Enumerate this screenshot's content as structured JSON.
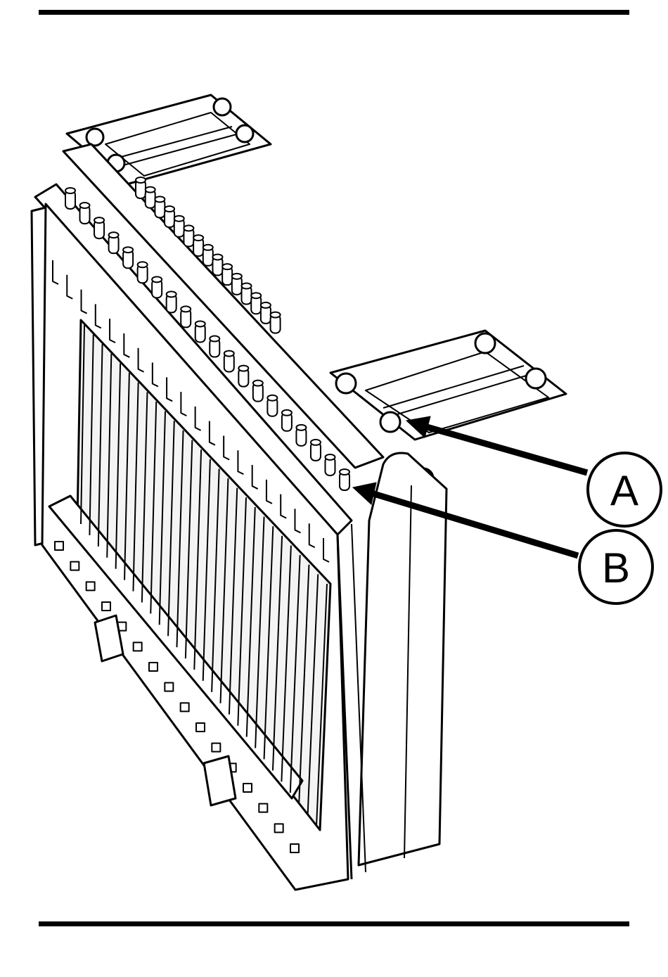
{
  "callouts": [
    {
      "id": "A",
      "label": "A"
    },
    {
      "id": "B",
      "label": "B"
    }
  ],
  "colors": {
    "ink": "#000000",
    "paper": "#ffffff",
    "fin": "#e8e8e8",
    "shade": "#d0d0d0"
  }
}
